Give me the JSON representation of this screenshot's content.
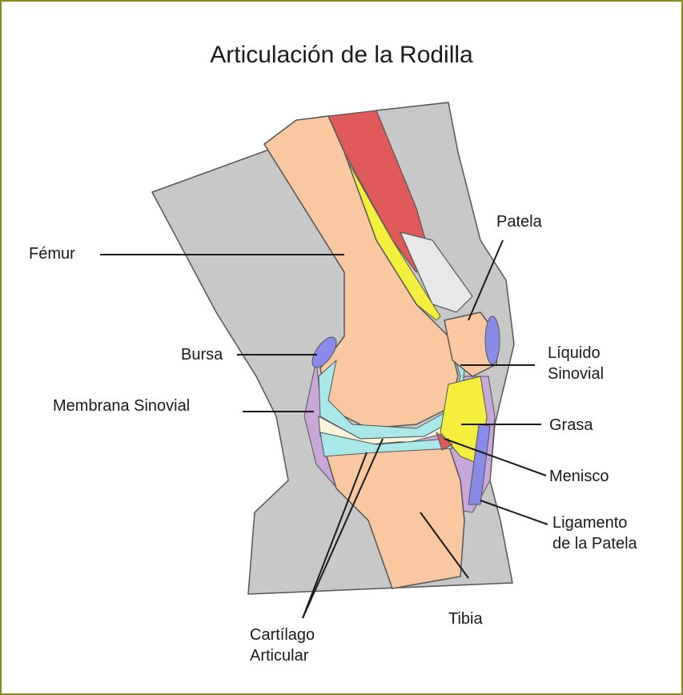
{
  "title": "Articulación de la Rodilla",
  "colors": {
    "frame": "#8a8a1a",
    "skin": "#c8c8c8",
    "bone": "#fac8a0",
    "muscle": "#e05a5a",
    "fat": "#f4ee3c",
    "synovial_fluid": "#f8f4dc",
    "cartilage": "#a8e8e8",
    "bursa": "#8a8ae8",
    "membrane": "#c8a8d8",
    "tendon": "#e8e8e8"
  },
  "labels": {
    "femur": "Fémur",
    "patela": "Patela",
    "bursa": "Bursa",
    "liquido_line1": "Líquido",
    "liquido_line2": "Sinovial",
    "membrana": "Membrana Sinovial",
    "grasa": "Grasa",
    "menisco": "Menisco",
    "ligamento_line1": "Ligamento",
    "ligamento_line2": "de la Patela",
    "tibia": "Tibia",
    "cartilago_line1": "Cartílago",
    "cartilago_line2": "Articular"
  }
}
